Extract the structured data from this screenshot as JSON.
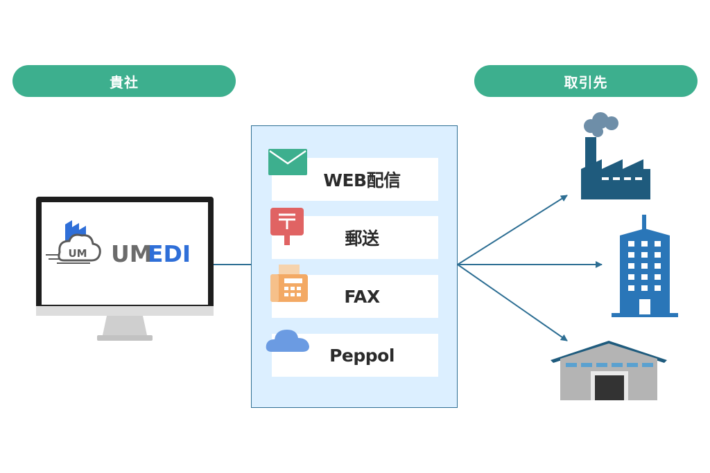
{
  "left_label": "貴社",
  "right_label": "取引先",
  "logo": {
    "text_um": "UM",
    "text_edi": "EDI",
    "cloud_text": "UM"
  },
  "methods": [
    {
      "label": "WEB配信",
      "icon": "envelope-icon"
    },
    {
      "label": "郵送",
      "icon": "postbox-icon"
    },
    {
      "label": "FAX",
      "icon": "fax-icon"
    },
    {
      "label": "Peppol",
      "icon": "cloud-icon"
    }
  ],
  "partners": [
    "factory-icon",
    "office-building-icon",
    "warehouse-icon"
  ],
  "colors": {
    "accent_green": "#3daf8e",
    "panel_bg": "#dcefff",
    "line": "#2d6e93",
    "logo_blue": "#2f6fd8",
    "logo_gray": "#6b6b6b"
  }
}
